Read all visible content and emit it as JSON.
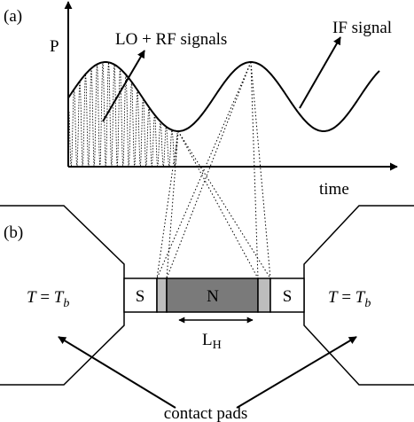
{
  "panel_a": {
    "label": "(a)",
    "y_axis_label": "P",
    "x_axis_label": "time",
    "annotation_lo_rf": "LO + RF signals",
    "annotation_if": "IF signal"
  },
  "panel_b": {
    "label": "(b)",
    "left_temperature": {
      "var": "T",
      "eq": " = ",
      "base": "T",
      "sub": "b"
    },
    "right_temperature": {
      "var": "T",
      "eq": " = ",
      "base": "T",
      "sub": "b"
    },
    "superconductor_left": "S",
    "normal_metal": "N",
    "superconductor_right": "S",
    "length_label": {
      "base": "L",
      "sub": "H"
    },
    "bottom_label": "contact pads"
  },
  "colors": {
    "line": "#000000",
    "normal_fill": "#7a7a7a",
    "interface_fill": "#bdbdbd",
    "pad_fill": "#ffffff"
  }
}
